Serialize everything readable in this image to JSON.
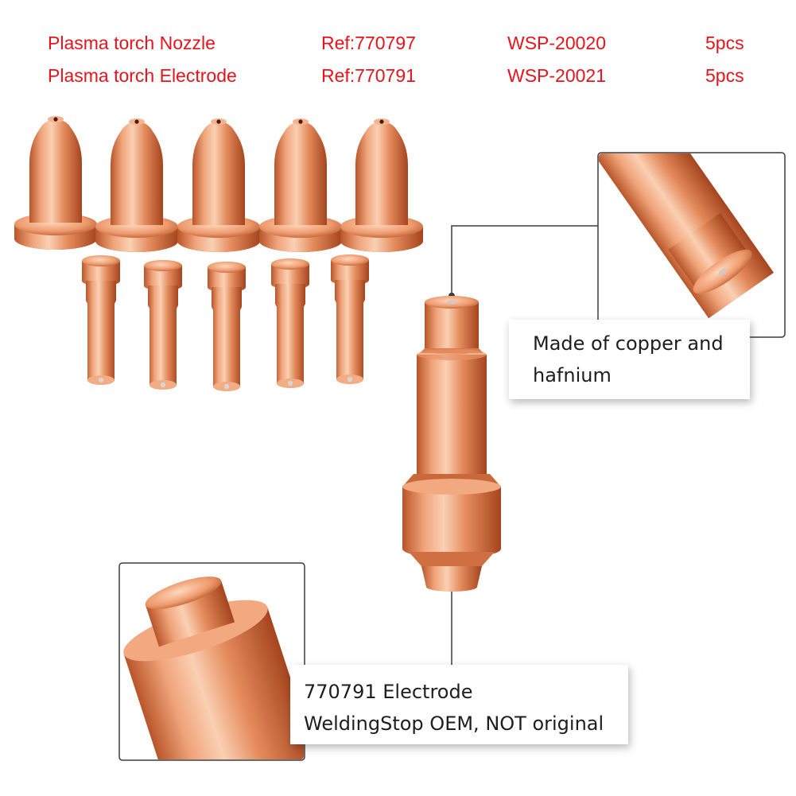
{
  "spec_table": {
    "rows": [
      {
        "name": "Plasma torch Nozzle",
        "ref": "Ref:770797",
        "wsp": "WSP-20020",
        "qty": "5pcs"
      },
      {
        "name": "Plasma torch Electrode",
        "ref": "Ref:770791",
        "wsp": "WSP-20021",
        "qty": "5pcs"
      }
    ]
  },
  "callouts": {
    "material": {
      "line1": "Made of copper and",
      "line2": "hafnium"
    },
    "product": {
      "line1": "770791 Electrode",
      "line2": "WeldingStop OEM, NOT original"
    }
  },
  "colors": {
    "title_red": "#e8131b",
    "copper_light": "#f6b38f",
    "copper_mid": "#e07a4b",
    "copper_dark": "#a5441e",
    "frame_border": "#3c3c3c",
    "callout_text": "#1e1e1e"
  },
  "items": {
    "nozzles_shown": 5,
    "electrodes_shown": 5
  }
}
